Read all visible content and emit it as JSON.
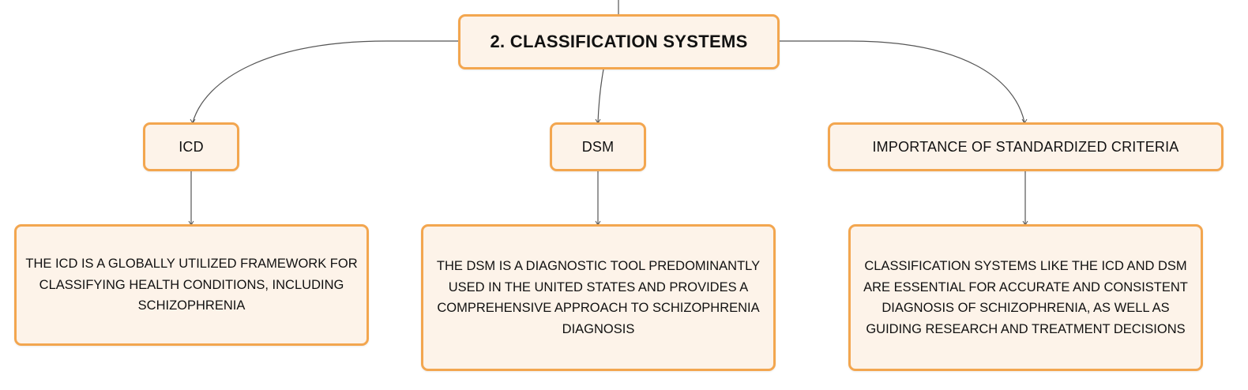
{
  "diagram": {
    "root": {
      "label": "2. CLASSIFICATION SYSTEMS"
    },
    "children": [
      {
        "label": "ICD",
        "detail": "THE ICD IS A GLOBALLY UTILIZED FRAMEWORK FOR CLASSIFYING HEALTH CONDITIONS, INCLUDING SCHIZOPHRENIA"
      },
      {
        "label": "DSM",
        "detail": "THE DSM IS A DIAGNOSTIC TOOL PREDOMINANTLY USED IN THE UNITED STATES AND PROVIDES A COMPREHENSIVE APPROACH TO SCHIZOPHRENIA DIAGNOSIS"
      },
      {
        "label": "IMPORTANCE OF STANDARDIZED CRITERIA",
        "detail": "CLASSIFICATION SYSTEMS LIKE THE ICD AND DSM ARE ESSENTIAL FOR ACCURATE AND CONSISTENT DIAGNOSIS OF SCHIZOPHRENIA, AS WELL AS GUIDING RESEARCH AND TREATMENT DECISIONS"
      }
    ]
  },
  "colors": {
    "node_fill": "#fdf3e9",
    "node_border": "#f3a64f",
    "connector": "#555555",
    "text": "#111111"
  }
}
